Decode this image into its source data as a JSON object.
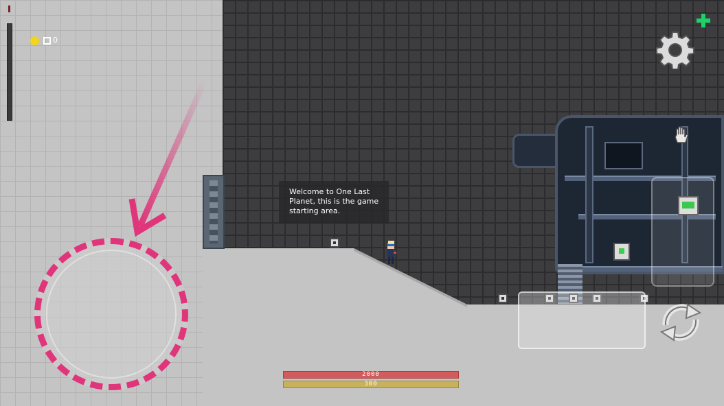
{
  "hud": {
    "coin_count": "0",
    "health_value": "2000",
    "health_fill": 1.0,
    "energy_value": "300",
    "energy_fill": 1.0
  },
  "tutorial": {
    "line1": "Welcome to One Last",
    "line2": "Planet, this is the game",
    "line3": "starting area."
  },
  "icons": {
    "settings": "gear-icon",
    "swap": "swap-arrows-icon",
    "interact": "hand-icon",
    "network": "plus-status-icon",
    "coin": "coin-icon"
  },
  "colors": {
    "joystick_ring": "#e0357a",
    "health": "#d35b5b",
    "energy": "#c8b15a",
    "network_status": "#1ed26a",
    "coin": "#f2d51c"
  }
}
